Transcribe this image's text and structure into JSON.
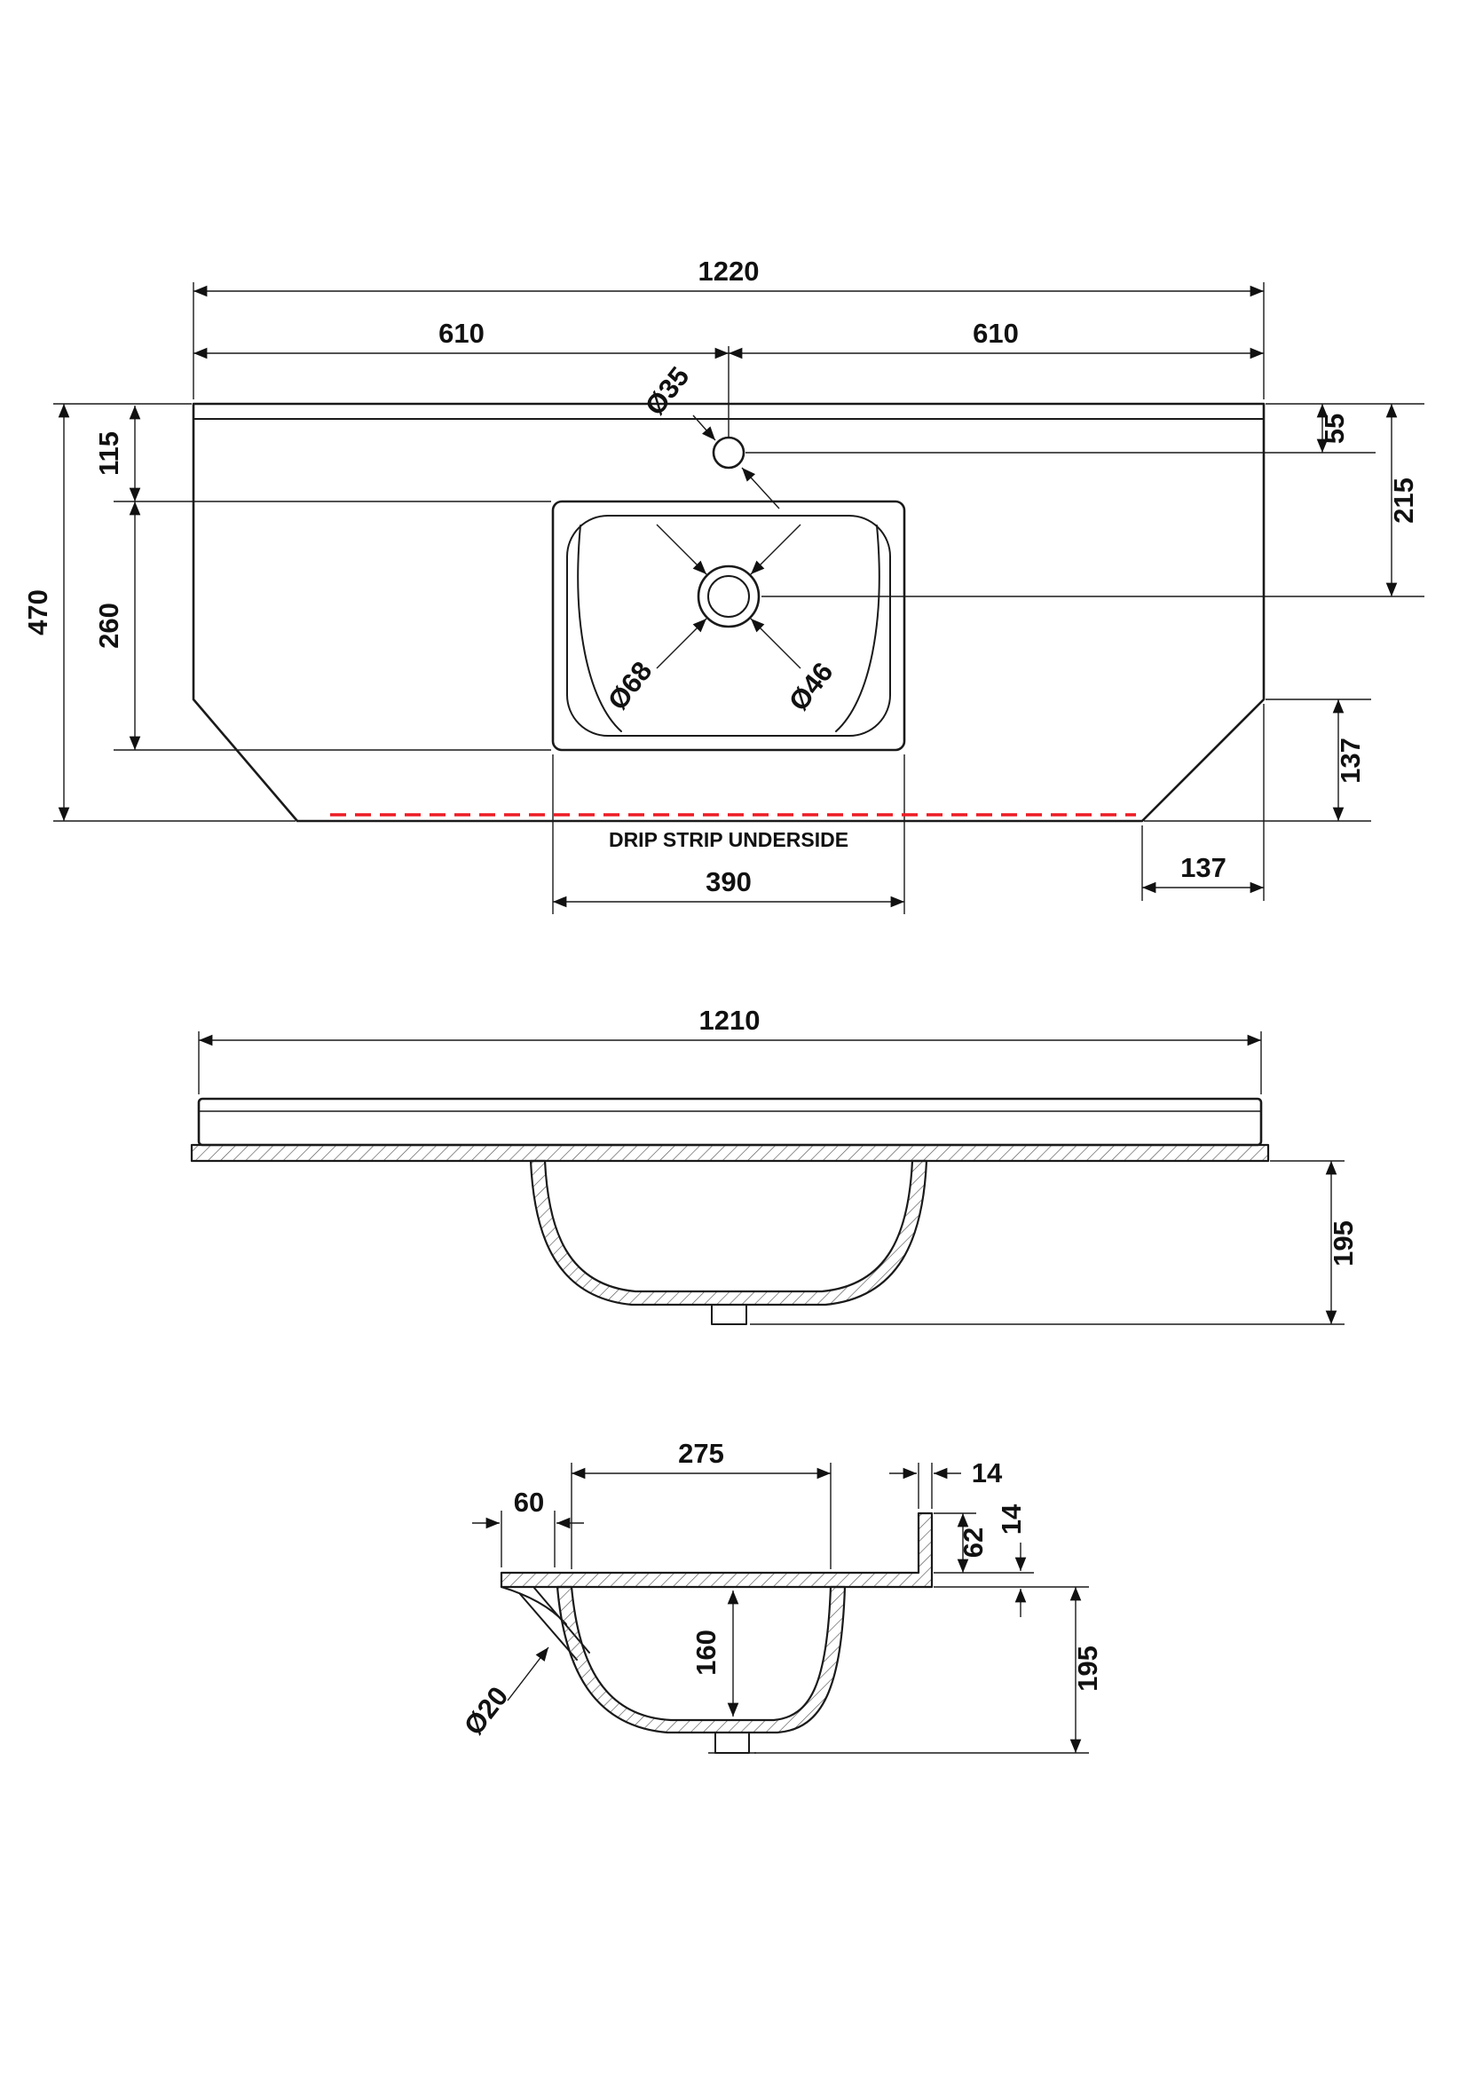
{
  "meta": {
    "drawing": "vanity-basin-countertop-dimension-drawing"
  },
  "colors": {
    "line": "#1a1a1a",
    "accent_red": "#ec1c24"
  },
  "plan": {
    "d1220": "1220",
    "d610l": "610",
    "d610r": "610",
    "d115": "115",
    "d260": "260",
    "d470": "470",
    "d55": "55",
    "d215": "215",
    "d137v": "137",
    "d137h": "137",
    "d390": "390",
    "dia35": "Ø35",
    "dia68": "Ø68",
    "dia46": "Ø46",
    "drip_note": "DRIP STRIP UNDERSIDE"
  },
  "front": {
    "d1210": "1210",
    "d195": "195"
  },
  "side": {
    "d275": "275",
    "d14top": "14",
    "d60": "60",
    "d62": "62",
    "d14side": "14",
    "d160": "160",
    "d195": "195",
    "dia20": "Ø20"
  }
}
